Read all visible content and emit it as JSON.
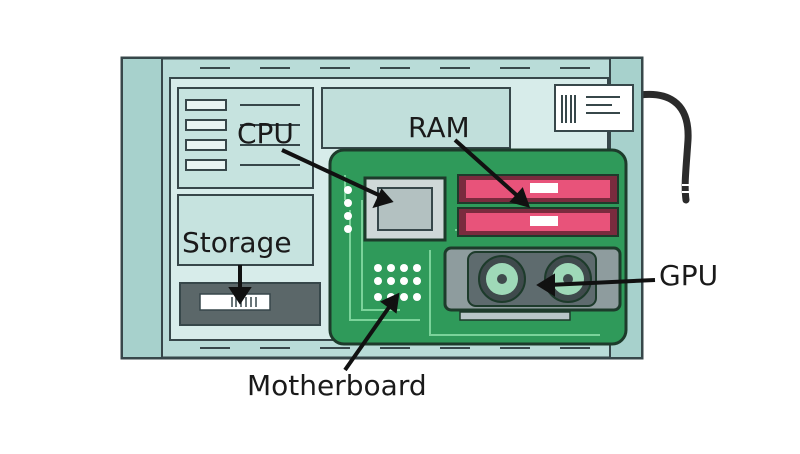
{
  "labels": {
    "cpu": "CPU",
    "ram": "RAM",
    "storage": "Storage",
    "gpu": "GPU",
    "motherboard": "Motherboard"
  },
  "colors": {
    "case_body": "#b9dcd8",
    "case_outline": "#37474a",
    "case_inner": "#d7ecea",
    "motherboard": "#2f9a5a",
    "motherboard_trace": "#7bd39a",
    "ram_stick": "#e8537a",
    "gpu_body": "#5e6b6e",
    "gpu_fan": "#9fd9b8",
    "cpu_socket": "#cfd8d8",
    "cable": "#2b2b2b",
    "arrow": "#111111"
  },
  "icons": [
    "pc-case-illustration",
    "motherboard-icon",
    "cpu-chip-icon",
    "ram-stick-icon",
    "gpu-card-icon",
    "storage-drive-icon",
    "power-cable-icon"
  ]
}
